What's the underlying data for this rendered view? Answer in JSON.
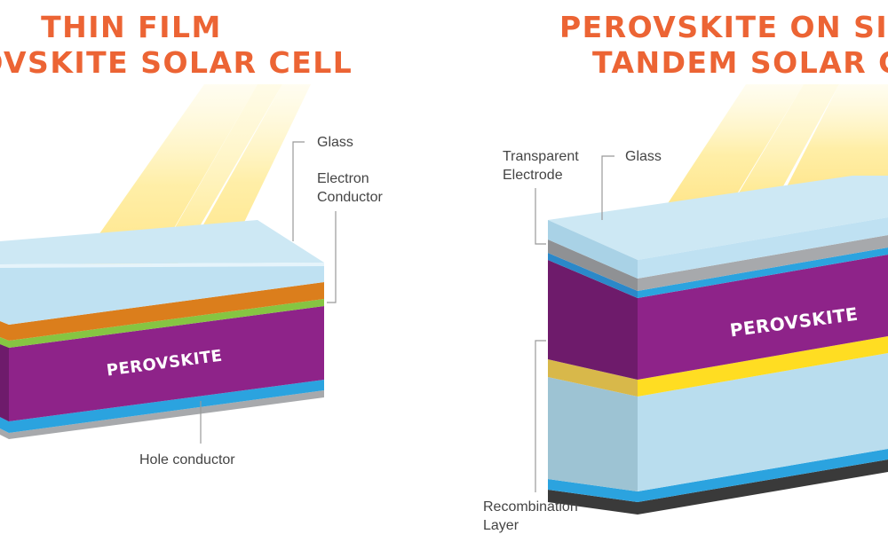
{
  "colors": {
    "title": "#EC6434",
    "label": "#444444",
    "leader": "#999999",
    "perovskite": "#8E2389",
    "glass": "#BFE1F2",
    "electron_conductor": "#DB7E1C",
    "green_layer": "#86C542",
    "hole_conductor": "#2BA3DF",
    "recombination": "#FFDD22",
    "silicon": "#A9D8EE",
    "gray_layer": "#A7A9AC",
    "dark_base": "#3A3A3A"
  },
  "left_diagram": {
    "title_line1": "THIN FILM",
    "title_line2": "PEROVSKITE SOLAR CELL",
    "layer_text": "PEROVSKITE",
    "labels": {
      "glass": "Glass",
      "electron_line1": "Electron",
      "electron_line2": "Conductor",
      "hole": "Hole conductor"
    }
  },
  "right_diagram": {
    "title_line1": "PEROVSKITE ON SILICON",
    "title_line2": "TANDEM SOLAR CELL",
    "layer_text": "PEROVSKITE",
    "labels": {
      "transparent_line1": "Transparent",
      "transparent_line2": "Electrode",
      "glass": "Glass",
      "recombination_line1": "Recombination",
      "recombination_line2": "Layer"
    }
  }
}
